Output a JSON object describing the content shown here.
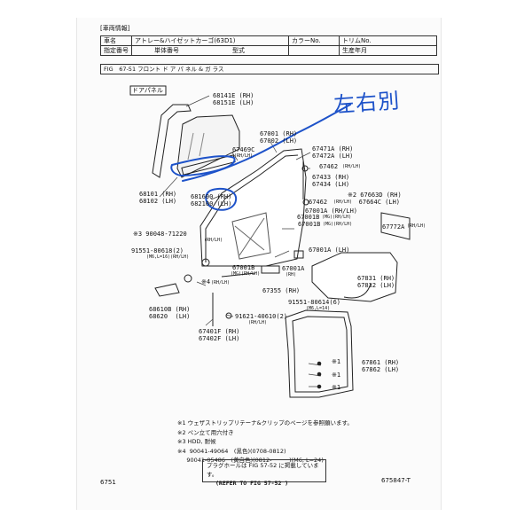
{
  "header": {
    "section": "[車両情報]",
    "row1": {
      "c1": "車名",
      "c2": "アトレー&ハイゼットカーゴ(63D1)",
      "c3": "カラーNo.",
      "c4": "トリムNo."
    },
    "row2": {
      "c1": "指定番号",
      "c2": "単体番号",
      "c3": "型式",
      "c4": "生産年月"
    },
    "fig": "FIG　67-51 フロント ド ア パ ネル & ガ ラス"
  },
  "handwriting": "左右別",
  "labels": {
    "door_panel": "ドアパネル",
    "p68141": "68141E (RH)\n68151E (LH)",
    "p67469": "67469C",
    "p67469s": "(RH/LH)",
    "p67001": "67001 (RH)\n67002 (LH)",
    "p67471": "67471A (RH)\n67472A (LH)",
    "p67462a": "67462",
    "p67462as": "(RH/LH)",
    "p67433": "67433 (RH)\n67434 (LH)",
    "p67462b": "67462",
    "p67462bs": "(RH/LH)",
    "p67663": "※2 67663D (RH)\n   67664C (LH)",
    "p68101": "68101 (RH)\n68102 (LH)",
    "p681600": "681600 (RH)\n682100 (LH)",
    "p67001a1": "67001A (RH/LH)",
    "p67001b1": "67001B",
    "p67001b1s": "(MG)(RH/LH)",
    "p67001b2": "67001B",
    "p67001b2s": "(MG)(RH/LH)",
    "p67772": "67772A",
    "p67772s": "(RH/LH)",
    "p90048": "※3 90048-71220",
    "p90048s": "(RH/LH)",
    "p91551a": "91551-80618(2)",
    "p91551as": "(M6,L=16)(RH/LH)",
    "p67001a2": "67001A (LH)",
    "p67001b3": "67001B",
    "p67001b3s": "(MG)(RH/LH)",
    "p67001a3": "67001A",
    "p67001a3s": "(RH)",
    "p67831": "67831 (RH)\n67832 (LH)",
    "p4": "※4",
    "p4s": "(RH/LH)",
    "p67355": "67355 (RH)",
    "p91551b": "91551-80614(6)",
    "p91551bs": "(M6,L=14)",
    "p68610": "68610B (RH)\n68620  (LH)",
    "p91621": "91621-40610(2)",
    "p91621s": "(RH/LH)",
    "p67401": "67401F (RH)\n67402F (LH)",
    "p67861": "67861 (RH)\n67862 (LH)",
    "m1a": "※1",
    "m1b": "※1",
    "m1c": "※1"
  },
  "notes": "※1 ウェザストリップリテーナ&クリップのページを参照願います。\n※2 ペン立て用穴付き\n※3 HDD, 耐候\n※4  90041-49064　(黒色)(0708-0812)\n     90041-05486　(黄白色)(0812-　　　)(M6, L=24)",
  "reference": {
    "line1": "プラグホールは FIG 57-52 に掲載しています。",
    "line2": "(REFER TO FIG 57-52 )"
  },
  "footer": {
    "left": "6751",
    "right": "675847-T"
  },
  "colors": {
    "ink": "#111111",
    "handwriting": "#1d52c9"
  }
}
